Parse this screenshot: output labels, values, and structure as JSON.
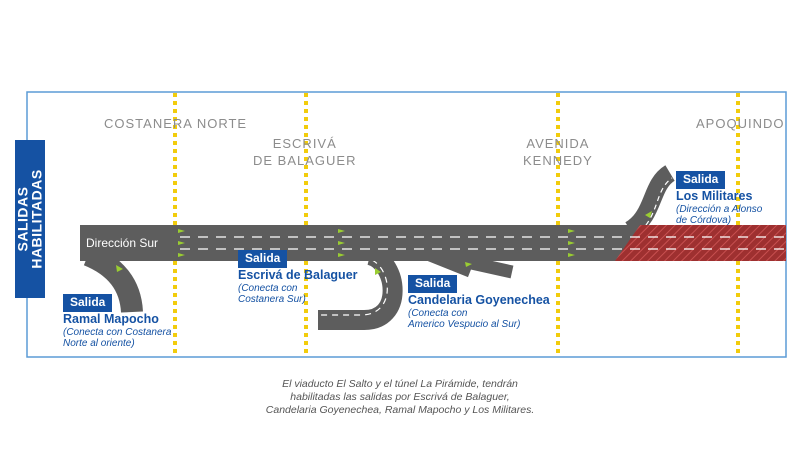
{
  "side_banner": {
    "line1": "SALIDAS",
    "line2": "HABILITADAS"
  },
  "streets": {
    "costanera": {
      "line1": "COSTANERA NORTE"
    },
    "escriva": {
      "line1": "ESCRIVÁ",
      "line2": "DE BALAGUER"
    },
    "kennedy": {
      "line1": "AVENIDA",
      "line2": "KENNEDY"
    },
    "apoquindo": {
      "line1": "APOQUINDO"
    }
  },
  "road": {
    "direction_label": "Dirección Sur"
  },
  "exits": [
    {
      "tag": "Salida",
      "name": "Ramal Mapocho",
      "note_line1": "(Conecta con Costanera",
      "note_line2": "Norte al oriente)"
    },
    {
      "tag": "Salida",
      "name": "Escrivá de Balaguer",
      "note_line1": "(Conecta con",
      "note_line2": "Costanera Sur)"
    },
    {
      "tag": "Salida",
      "name": "Candelaria Goyenechea",
      "note_line1": "(Conecta con",
      "note_line2": "Americo Vespucio al Sur)"
    },
    {
      "tag": "Salida",
      "name": "Los Militares",
      "note_line1": "(Dirección a Alonso",
      "note_line2": "de Córdova)"
    }
  ],
  "caption": {
    "line1": "El viaducto El Salto y el túnel La Pirámide, tendrán",
    "line2": "habilitadas las salidas por Escrivá de Balaguer,",
    "line3": "Candelaria Goyenechea, Ramal Mapocho y Los Militares."
  },
  "colors": {
    "road": "#5d5d5d",
    "lane_marking": "#ffffff",
    "direction_arrow": "#9acd32",
    "closed_section": "#a83232",
    "street_line": "#f2cc0c",
    "frame": "#5b9bd5",
    "brand_blue": "#1552a3"
  }
}
